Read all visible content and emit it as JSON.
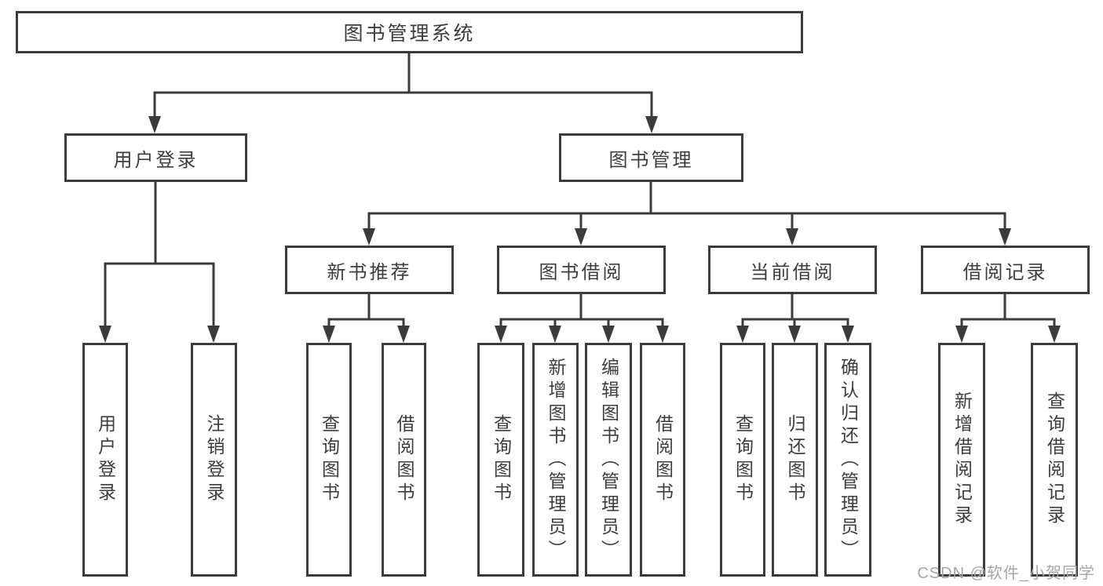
{
  "diagram": {
    "tree": {
      "root": {
        "label": "图书管理系统"
      },
      "branches": [
        {
          "label": "用户登录",
          "children": [
            {
              "label": "用户登录"
            },
            {
              "label": "注销登录"
            }
          ]
        },
        {
          "label": "图书管理",
          "children": [
            {
              "label": "新书推荐",
              "children": [
                {
                  "label": "查询图书"
                },
                {
                  "label": "借阅图书"
                }
              ]
            },
            {
              "label": "图书借阅",
              "children": [
                {
                  "label": "查询图书"
                },
                {
                  "label": "新增图书（管理员）"
                },
                {
                  "label": "编辑图书（管理员）"
                },
                {
                  "label": "借阅图书"
                }
              ]
            },
            {
              "label": "当前借阅",
              "children": [
                {
                  "label": "查询图书"
                },
                {
                  "label": "归还图书"
                },
                {
                  "label": "确认归还（管理员）"
                }
              ]
            },
            {
              "label": "借阅记录",
              "children": [
                {
                  "label": "新增借阅记录"
                },
                {
                  "label": "查询借阅记录"
                }
              ]
            }
          ]
        }
      ]
    },
    "line_color": "#3b3b3b",
    "text_color": "#3d3d3d"
  },
  "watermark": {
    "text": "CSDN @软件_小贺同学"
  }
}
